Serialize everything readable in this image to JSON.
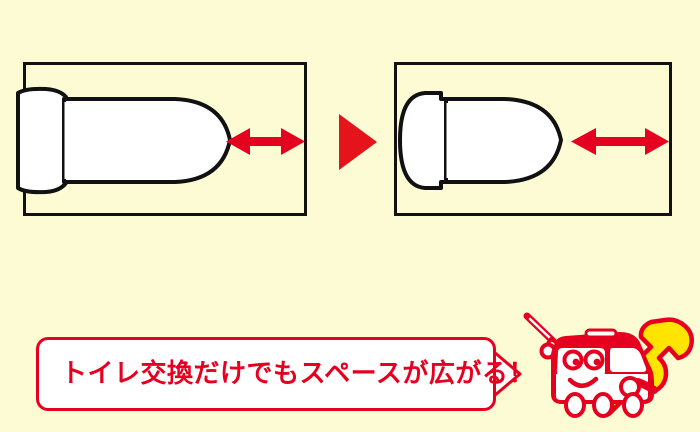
{
  "page": {
    "background_color": "#fdfbd4",
    "accent_red": "#e60020",
    "outline_black": "#111111",
    "wrench_yellow": "#ffe400",
    "fixture_fill": "#ffffff",
    "title": "トイレ交換だけでもスペースが広がる！"
  },
  "comparison": {
    "transition_icon": "right-triangle-arrow",
    "panels": [
      {
        "id": "before",
        "role": "existing-toilet",
        "fixture_name": "toilet-old",
        "tank_label": "tank",
        "bowl_label": "bowl",
        "space_arrow_label": "remaining-space-narrow",
        "arrow_icon": "double-headed-arrow"
      },
      {
        "id": "after",
        "role": "replacement-toilet",
        "fixture_name": "toilet-new",
        "tank_label": "tank",
        "bowl_label": "bowl",
        "space_arrow_label": "remaining-space-wide",
        "arrow_icon": "double-headed-arrow"
      }
    ]
  },
  "banner": {
    "text": "トイレ交換だけでもスペースが広がる！",
    "text_color": "#e60020",
    "border_color": "#e60020",
    "fill_color": "#ffffff",
    "tail": "speech-tail-right"
  },
  "mascot": {
    "name": "service-van-character",
    "body_color": "#e60020",
    "tool_primary": "wrench-icon",
    "tool_primary_color": "#ffe400",
    "tool_secondary": "screwdriver-icon",
    "face": {
      "eyes": "two-round-eyes",
      "mouth": "smile"
    }
  }
}
